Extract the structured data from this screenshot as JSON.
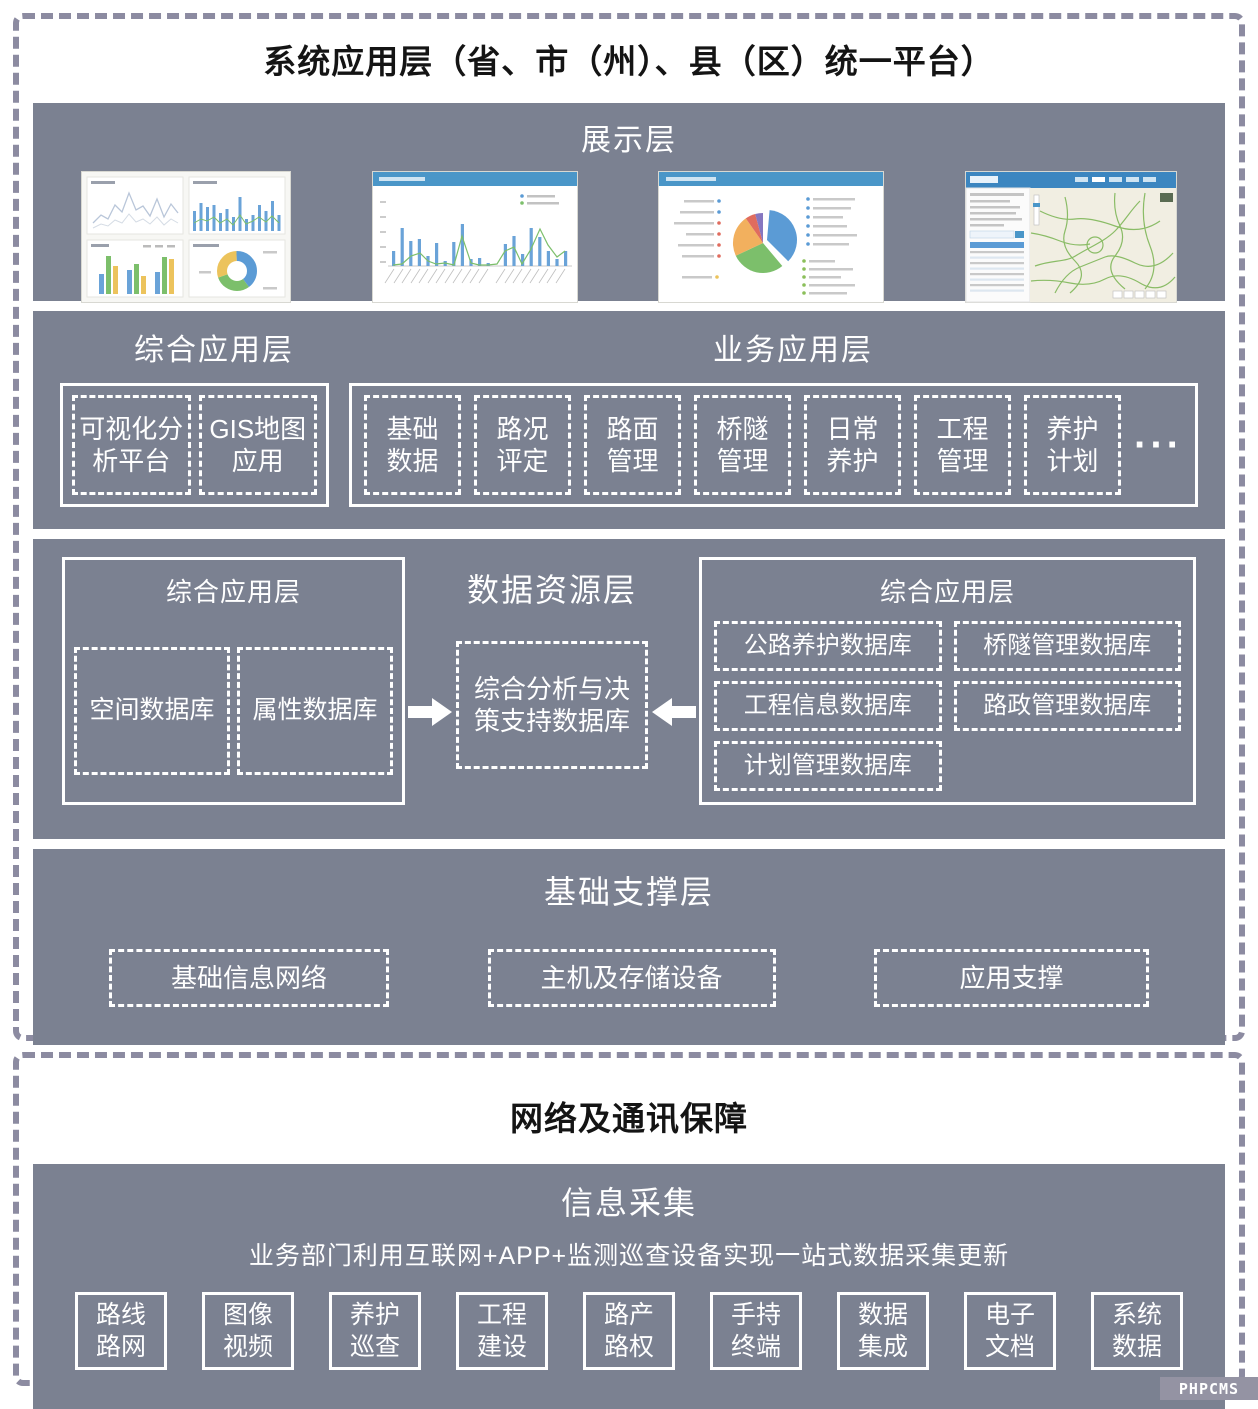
{
  "colors": {
    "panel_bg": "#7b8191",
    "frame_dash": "#8c8ba1",
    "box_border": "#ffffff",
    "screen_header_blue": "#4a96c8",
    "chart_blue": "#5b9bd5",
    "chart_green": "#7cbf6b",
    "chart_yellow": "#ecc35c",
    "chart_red": "#e06c5e",
    "chart_purple": "#8677c0",
    "map_bg": "#f1eee2",
    "watermark_bg": "#9493a3"
  },
  "system_layer": {
    "title": "系统应用层（省、市（州）、县（区）统一平台）",
    "display_layer": {
      "title": "展示层",
      "screens": [
        "statistics-dashboard",
        "maintenance-bar-line-report",
        "project-quality-pie-report",
        "highway-gis-map-platform"
      ]
    },
    "application_layer": {
      "comprehensive_title": "综合应用层",
      "comprehensive_items": [
        "可视化分\n析平台",
        "GIS地图\n应用"
      ],
      "business_title": "业务应用层",
      "business_items": [
        "基础\n数据",
        "路况\n评定",
        "路面\n管理",
        "桥隧\n管理",
        "日常\n养护",
        "工程\n管理",
        "养护\n计划"
      ],
      "more": "···"
    },
    "data_resource_layer": {
      "title": "数据资源层",
      "left_group": {
        "title": "综合应用层",
        "items": [
          "空间数据库",
          "属性数据库"
        ]
      },
      "center_database": "综合分析与决\n策支持数据库",
      "right_group": {
        "title": "综合应用层",
        "items": [
          "公路养护数据库",
          "桥隧管理数据库",
          "工程信息数据库",
          "路政管理数据库",
          "计划管理数据库"
        ]
      }
    },
    "support_layer": {
      "title": "基础支撑层",
      "items": [
        "基础信息网络",
        "主机及存储设备",
        "应用支撑"
      ]
    }
  },
  "network_layer": {
    "title": "网络及通讯保障",
    "collection": {
      "title": "信息采集",
      "subtitle": "业务部门利用互联网+APP+监测巡查设备实现一站式数据采集更新",
      "items": [
        "路线\n路网",
        "图像\n视频",
        "养护\n巡查",
        "工程\n建设",
        "路产\n路权",
        "手持\n终端",
        "数据\n集成",
        "电子\n文档",
        "系统\n数据"
      ]
    }
  },
  "watermark": "PHPCMS"
}
